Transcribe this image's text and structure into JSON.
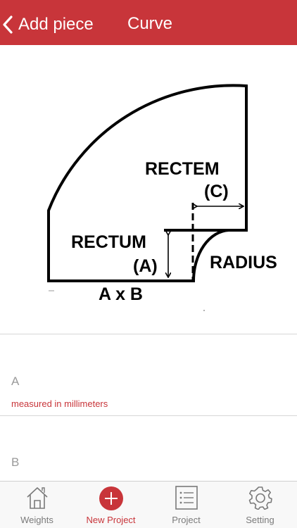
{
  "nav": {
    "back_label": "Add piece",
    "title": "Curve"
  },
  "diagram": {
    "labels": {
      "rectem": "RECTEM",
      "c": "(C)",
      "rectum": "RECTUM",
      "a": "(A)",
      "radius": "RADIUS",
      "axb": "A x B"
    }
  },
  "form": {
    "field_a": {
      "label": "A",
      "hint": "measured in millimeters",
      "value": ""
    },
    "field_b": {
      "label": "B",
      "value": ""
    }
  },
  "tabbar": {
    "active": "new-project",
    "items": [
      {
        "label": "Weights",
        "icon": "house-icon"
      },
      {
        "label": "New Project",
        "icon": "plus-circle-icon"
      },
      {
        "label": "Project",
        "icon": "list-icon"
      },
      {
        "label": "Setting",
        "icon": "gear-icon"
      }
    ]
  },
  "colors": {
    "accent": "#c8353a",
    "tab_inactive": "#7a7a7a",
    "field_label": "#9a9a9a"
  }
}
